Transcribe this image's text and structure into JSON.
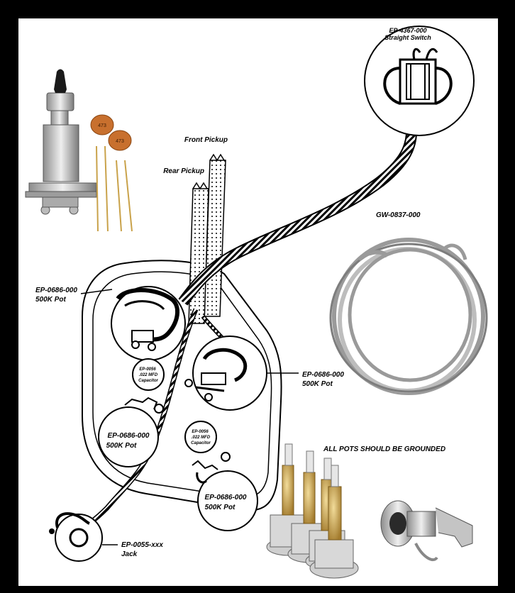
{
  "labels": {
    "switch_part": "EP-4367-000",
    "switch_name": "Straight Switch",
    "front_pickup": "Front Pickup",
    "rear_pickup": "Rear Pickup",
    "wire_part": "GW-0837-000",
    "pot_tl_part": "EP-0686-000",
    "pot_tl_value": "500K Pot",
    "pot_right_part": "EP-0686-000",
    "pot_right_value": "500K Pot",
    "pot_bl_part": "EP-0686-000",
    "pot_bl_value": "500K Pot",
    "pot_br_part": "EP-0686-000",
    "pot_br_value": "500K Pot",
    "cap1_part": "EP-0056",
    "cap1_value": ".022 MFD",
    "cap1_name": "Capacitor",
    "cap2_part": "EP-0056",
    "cap2_value": ".022 MFD",
    "cap2_name": "Capacitor",
    "ground_note": "ALL POTS SHOULD BE GROUNDED",
    "jack_part": "EP-0055-xxx",
    "jack_name": "Jack",
    "cap_photo_1": "473",
    "cap_photo_2": "473"
  },
  "colors": {
    "background": "#000000",
    "canvas": "#ffffff",
    "ink": "#000000",
    "cap_orange": "#c8702e",
    "brass": "#c9a24a",
    "metal": "#b8b8b8"
  }
}
